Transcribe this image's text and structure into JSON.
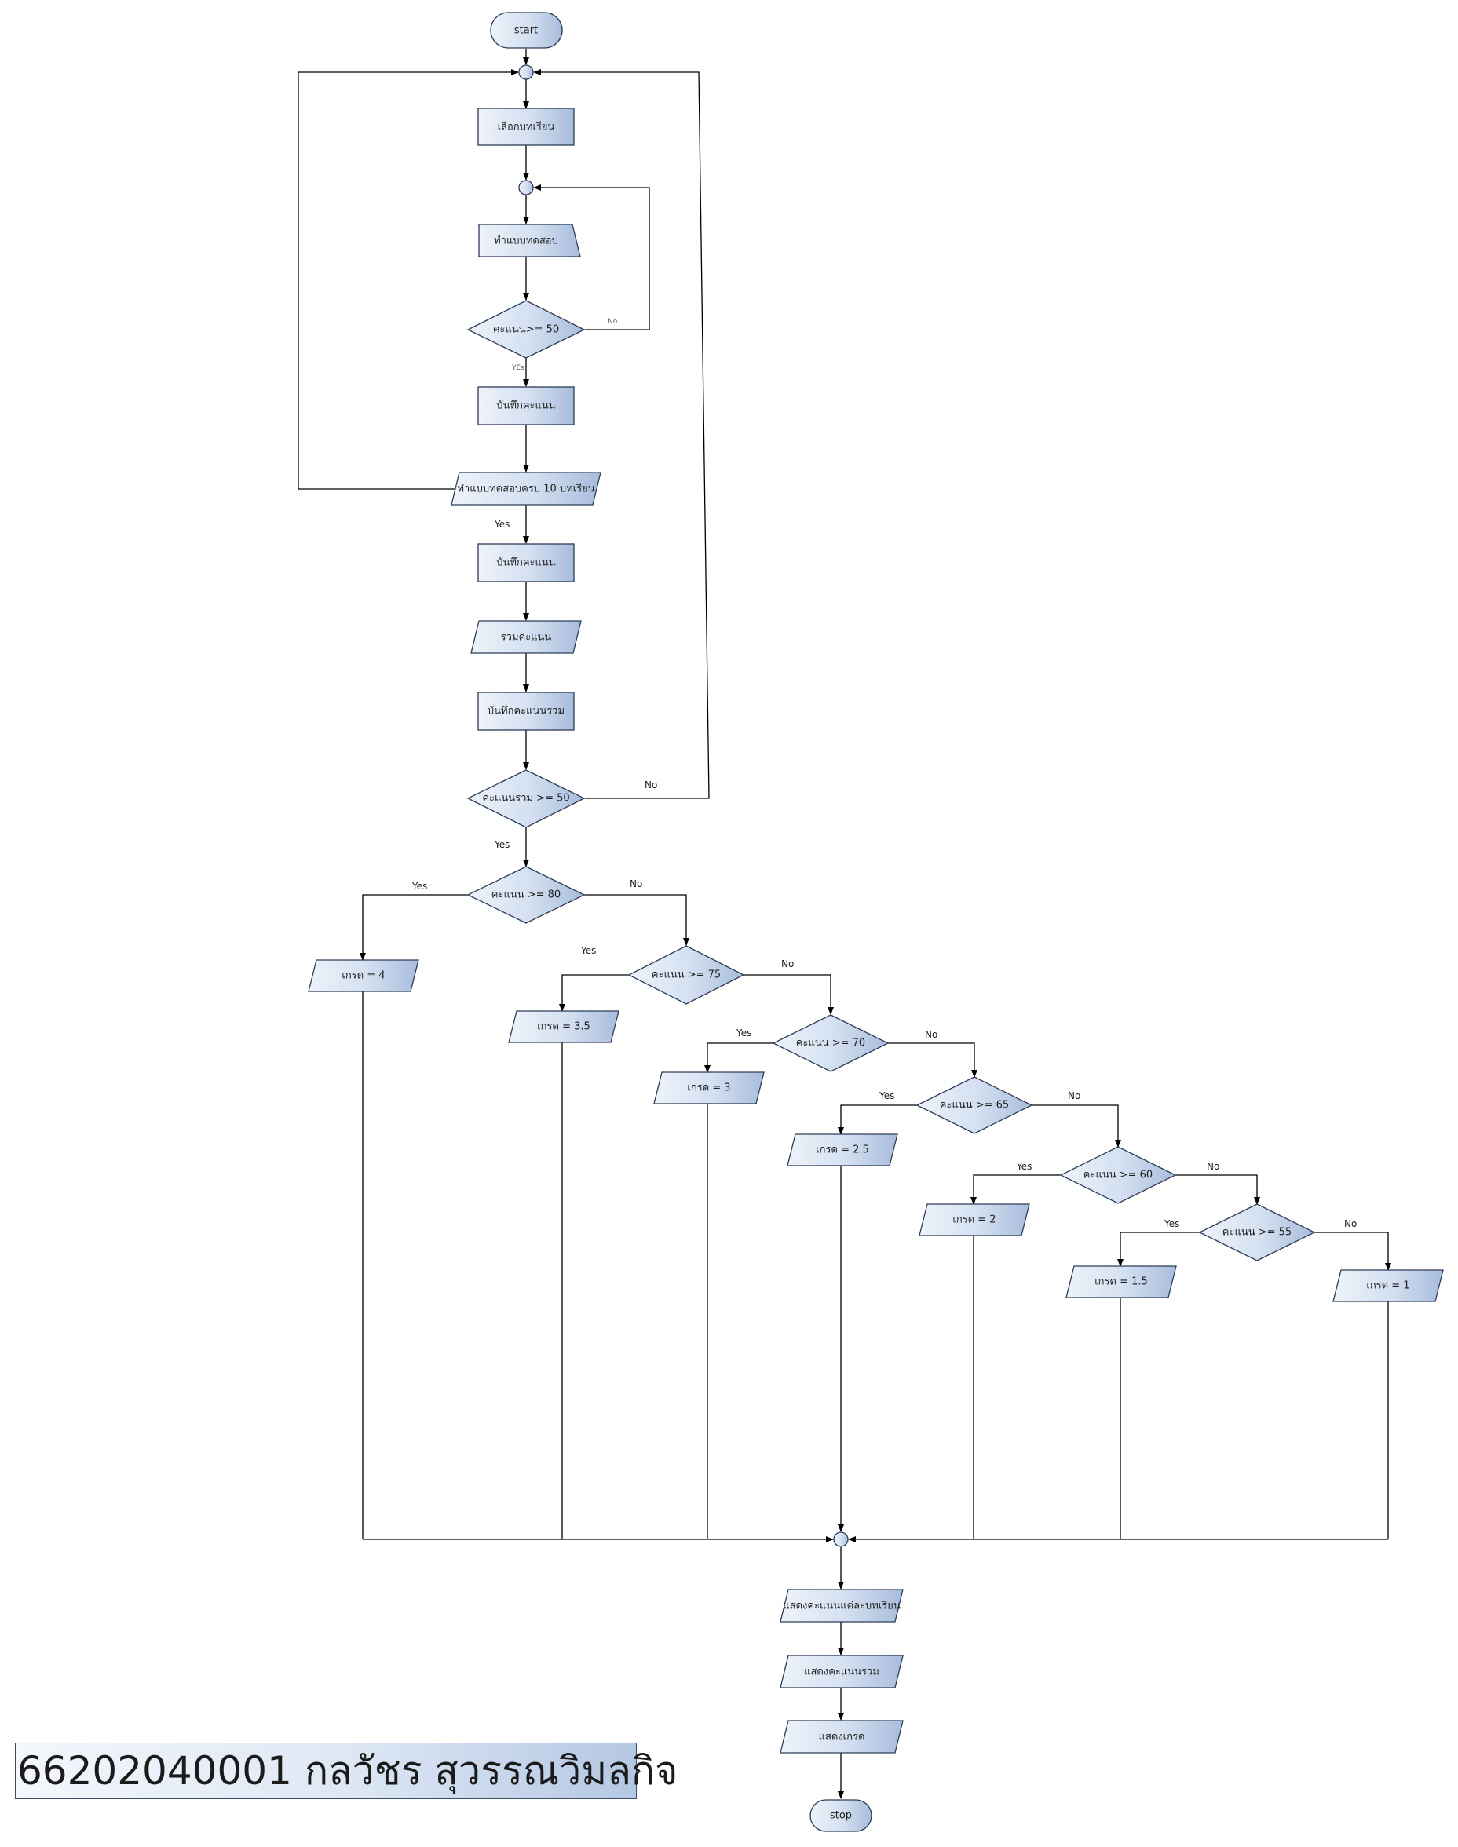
{
  "nodes": {
    "start": "start",
    "select_lesson": "เลือกบทเรียน",
    "take_quiz": "ทำแบบทดสอบ",
    "score_check": "คะแนน>= 50",
    "save_score": "บันทึกคะแนน",
    "ten_lessons_done": "ทำแบบทดสอบครบ 10 บทเรียน",
    "save_score_2": "บันทึกคะแนน",
    "sum_score": "รวมคะแนน",
    "save_total": "บันทึกคะแนนรวม",
    "total_check": "คะแนนรวม >= 50",
    "score_80": "คะแนน >= 80",
    "score_75": "คะแนน >= 75",
    "score_70": "คะแนน >= 70",
    "score_65": "คะแนน >= 65",
    "score_60": "คะแนน >= 60",
    "score_55": "คะแนน >= 55",
    "grade_4": "เกรด = 4",
    "grade_3_5": "เกรด = 3.5",
    "grade_3": "เกรด = 3",
    "grade_2_5": "เกรด = 2.5",
    "grade_2": "เกรด = 2",
    "grade_1_5": "เกรด = 1.5",
    "grade_1": "เกรด = 1",
    "show_each_lesson": "แสดงคะแนนแต่ละบทเรียน",
    "show_total": "แสดงคะแนนรวม",
    "show_grade": "แสดงเกรด",
    "stop": "stop"
  },
  "edge_labels": {
    "quiz_no": "No",
    "quiz_yes": "YEs",
    "ten_yes": "Yes",
    "total_no": "No",
    "total_yes": "Yes",
    "s80_yes": "Yes",
    "s80_no": "No",
    "s75_yes": "Yes",
    "s75_no": "No",
    "s70_yes": "Yes",
    "s70_no": "No",
    "s65_yes": "Yes",
    "s65_no": "No",
    "s60_yes": "Yes",
    "s60_no": "No",
    "s55_yes": "Yes",
    "s55_no": "No"
  },
  "footer": {
    "author": "66202040001 กลวัชร สุวรรณวิมลกิจ"
  }
}
